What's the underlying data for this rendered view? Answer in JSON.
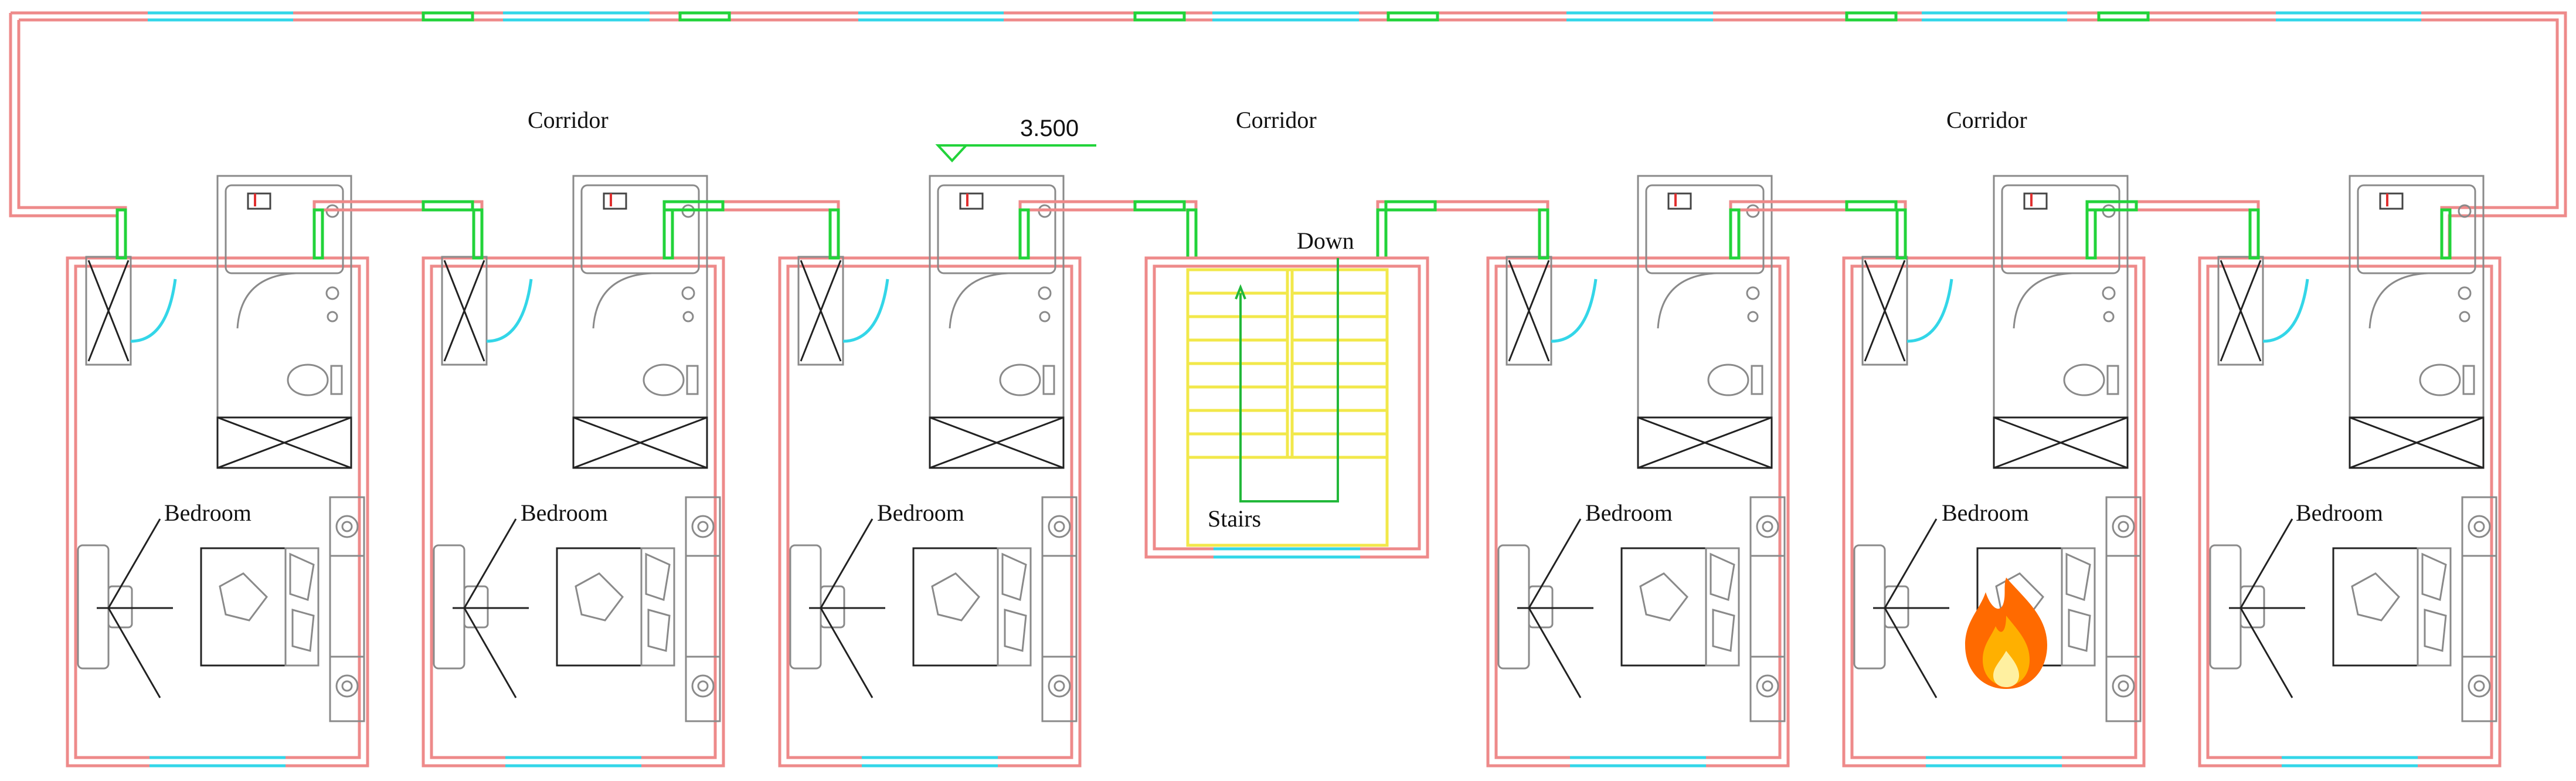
{
  "corridor_labels": [
    "Corridor",
    "Corridor",
    "Corridor"
  ],
  "elevation": "3.500",
  "stairs": {
    "down_label": "Down",
    "label": "Stairs"
  },
  "rooms": [
    {
      "label": "Bedroom",
      "fire": false
    },
    {
      "label": "Bedroom",
      "fire": false
    },
    {
      "label": "Bedroom",
      "fire": false
    },
    {
      "label": "Bedroom",
      "fire": false
    },
    {
      "label": "Bedroom",
      "fire": true
    },
    {
      "label": "Bedroom",
      "fire": false
    }
  ],
  "fire_icon": "fire-icon",
  "colors": {
    "wall": "#ee8a8a",
    "window": "#33d6e8",
    "door_frame": "#22d33a",
    "stairs": "#f2e84a",
    "fire": "#ff6a00"
  }
}
